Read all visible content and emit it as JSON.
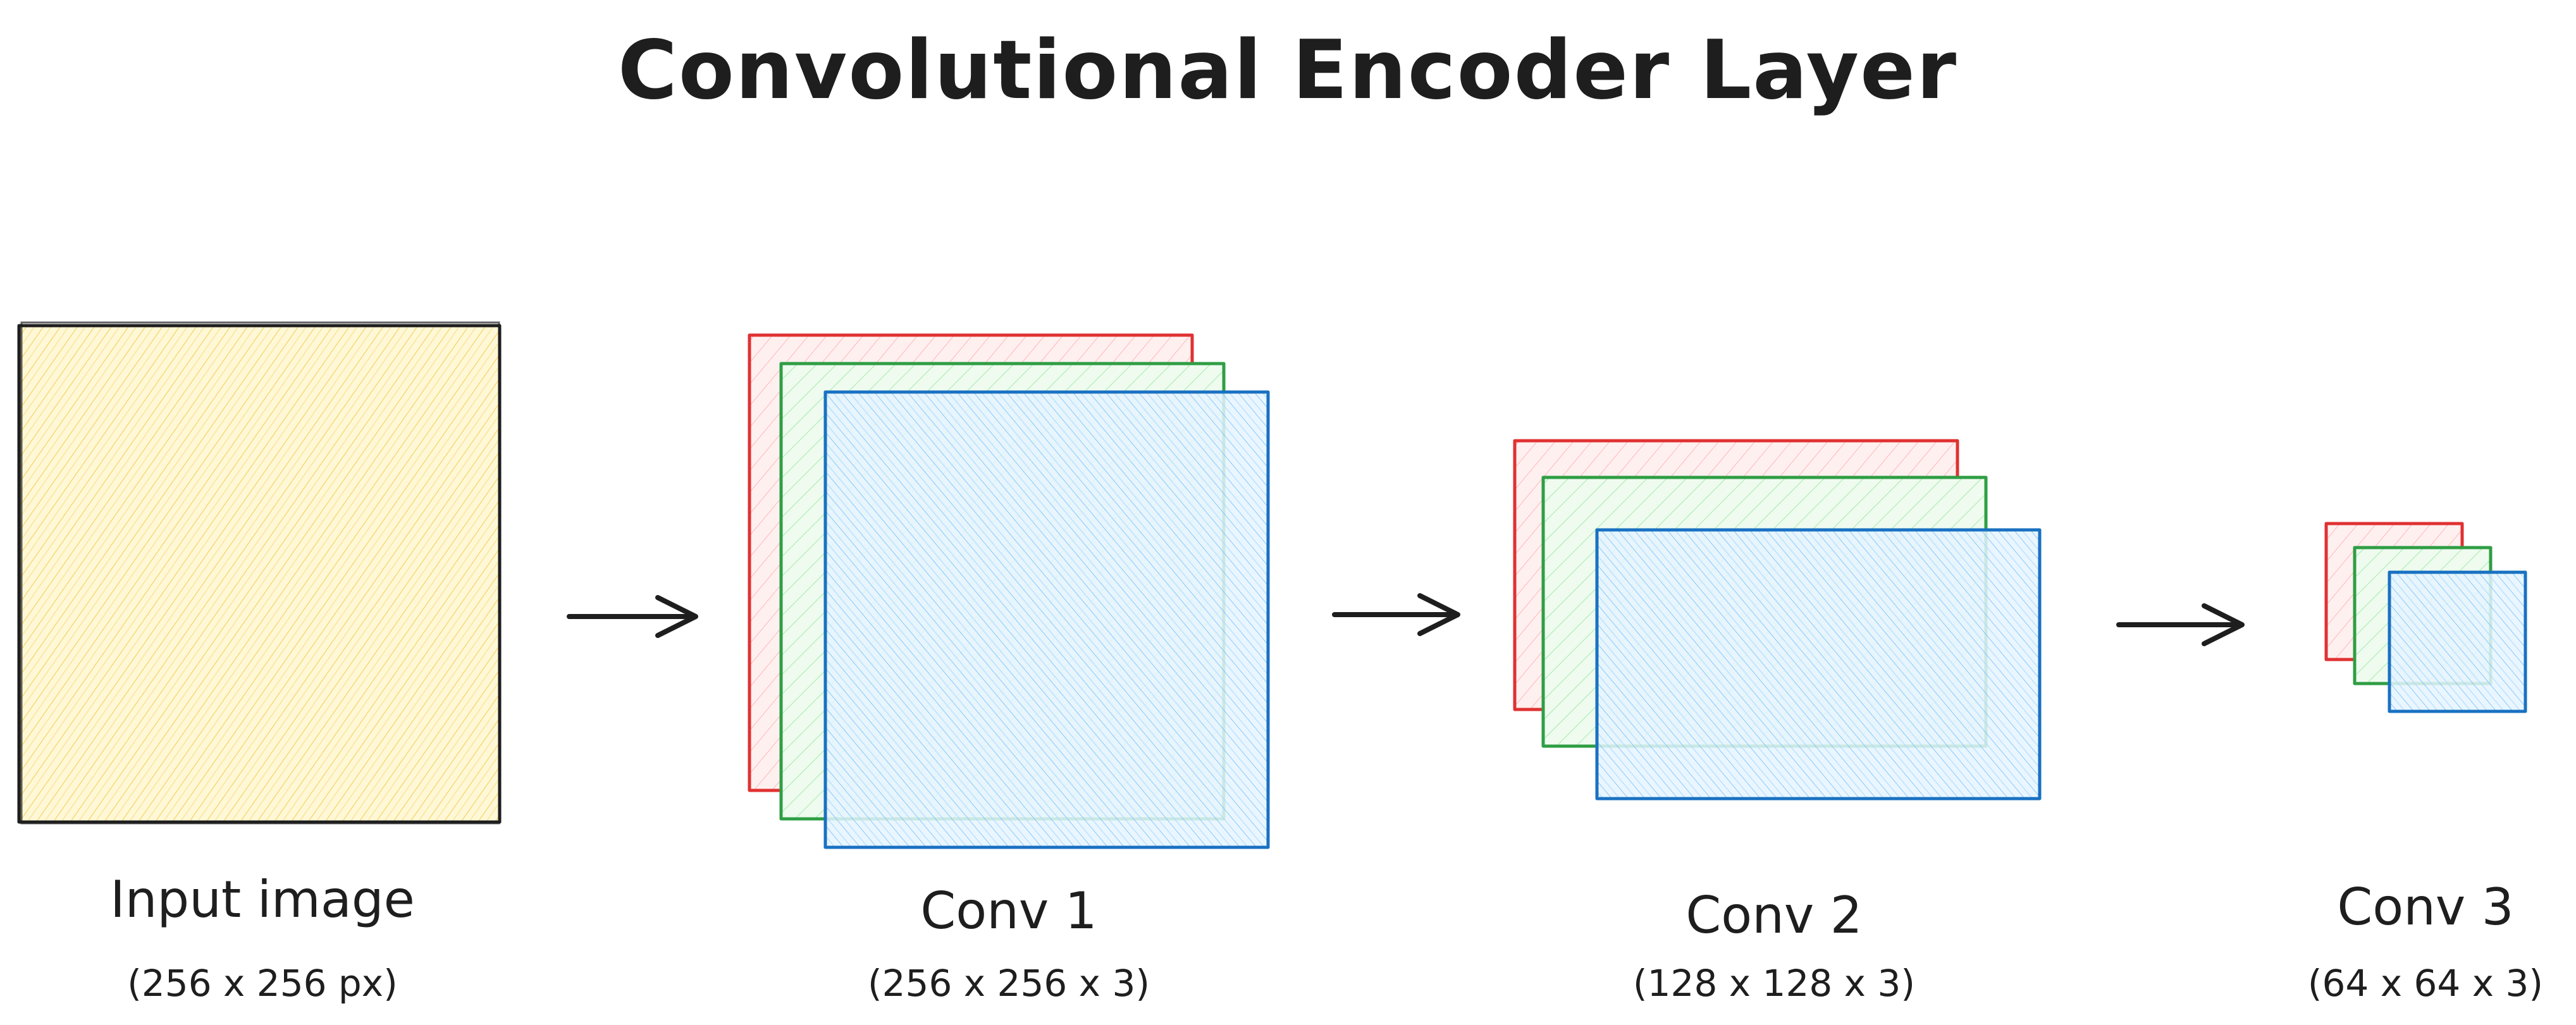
{
  "title": "Convolutional Encoder Layer",
  "colors": {
    "input": "#f2c94c",
    "channel_red": "#e03131",
    "channel_green": "#2f9e44",
    "channel_blue": "#1971c2",
    "ink": "#1e1e1e"
  },
  "stages": [
    {
      "name": "Input image",
      "dims": "(256 x 256 px)",
      "type": "input",
      "channels": 1
    },
    {
      "name": "Conv 1",
      "dims": "(256 x 256 x 3)",
      "type": "feature-map",
      "channels": 3
    },
    {
      "name": "Conv 2",
      "dims": "(128 x 128 x 3)",
      "type": "feature-map",
      "channels": 3
    },
    {
      "name": "Conv 3",
      "dims": "(64 x 64 x 3)",
      "type": "feature-map",
      "channels": 3
    }
  ],
  "connectors": [
    {
      "from": "Input image",
      "to": "Conv 1",
      "icon": "arrow-right-icon"
    },
    {
      "from": "Conv 1",
      "to": "Conv 2",
      "icon": "arrow-right-icon"
    },
    {
      "from": "Conv 2",
      "to": "Conv 3",
      "icon": "arrow-right-icon"
    }
  ]
}
